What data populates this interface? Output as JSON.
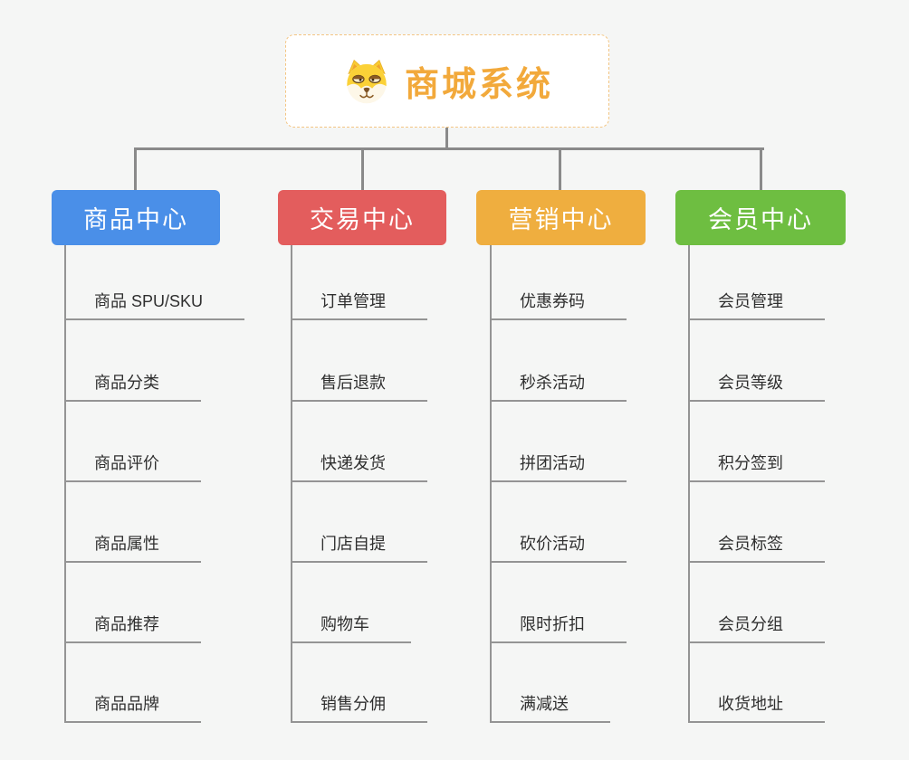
{
  "root": {
    "title": "商城系统",
    "icon": "dog-face-icon"
  },
  "branches": [
    {
      "label": "商品中心",
      "color": "#4a8fe8",
      "items": [
        "商品 SPU/SKU",
        "商品分类",
        "商品评价",
        "商品属性",
        "商品推荐",
        "商品品牌"
      ]
    },
    {
      "label": "交易中心",
      "color": "#e35d5d",
      "items": [
        "订单管理",
        "售后退款",
        "快递发货",
        "门店自提",
        "购物车",
        "销售分佣"
      ]
    },
    {
      "label": "营销中心",
      "color": "#efae3f",
      "items": [
        "优惠券码",
        "秒杀活动",
        "拼团活动",
        "砍价活动",
        "限时折扣",
        "满减送"
      ]
    },
    {
      "label": "会员中心",
      "color": "#6ebe41",
      "items": [
        "会员管理",
        "会员等级",
        "积分签到",
        "会员标签",
        "会员分组",
        "收货地址"
      ]
    }
  ],
  "colors": {
    "background": "#f5f6f5",
    "root_title": "#f2a93b",
    "root_border": "#f3c583",
    "connector_line": "#8a8a8a",
    "leaf_line": "#949494",
    "leaf_text": "#2f2f2f"
  }
}
